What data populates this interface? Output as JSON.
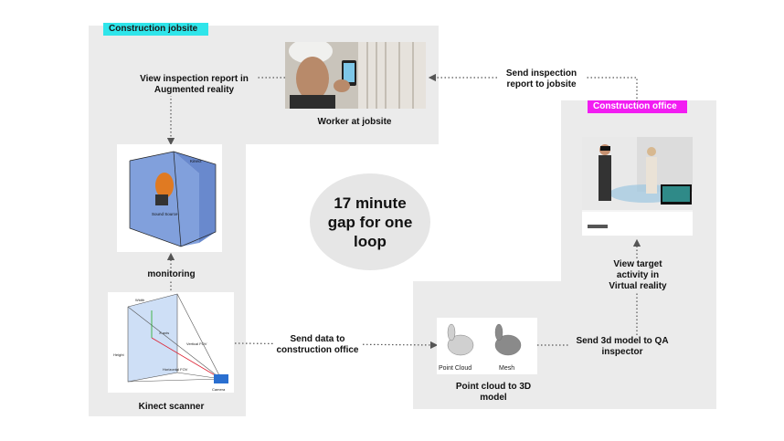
{
  "regions": {
    "jobsite": {
      "label": "Construction jobsite",
      "color": "#2fe5ea"
    },
    "office": {
      "label": "Construction office",
      "color": "#f21cf2"
    }
  },
  "steps": {
    "view_ar": "View inspection report in Augmented reality",
    "send_report": "Send inspection report to jobsite",
    "worker": "Worker at jobsite",
    "monitoring": "monitoring",
    "kinect": "Kinect scanner",
    "send_data": "Send data to construction office",
    "pointcloud": "Point cloud to 3D model",
    "send_model": "Send 3d model to QA inspector",
    "view_vr": "View target activity in Virtual reality"
  },
  "center_note": "17 minute gap for one loop",
  "figure_text": {
    "sound_source": "Sound Source",
    "kinect": "Kinect",
    "point_cloud": "Point Cloud",
    "mesh": "Mesh",
    "width": "Width",
    "height": "Height",
    "x_axis": "X-axis",
    "vertical_fov": "Vertical FOV",
    "horizontal_fov": "Horizontal FOV",
    "camera": "Camera"
  },
  "colors": {
    "arrow": "#555555",
    "region_bg": "#ebebeb"
  }
}
